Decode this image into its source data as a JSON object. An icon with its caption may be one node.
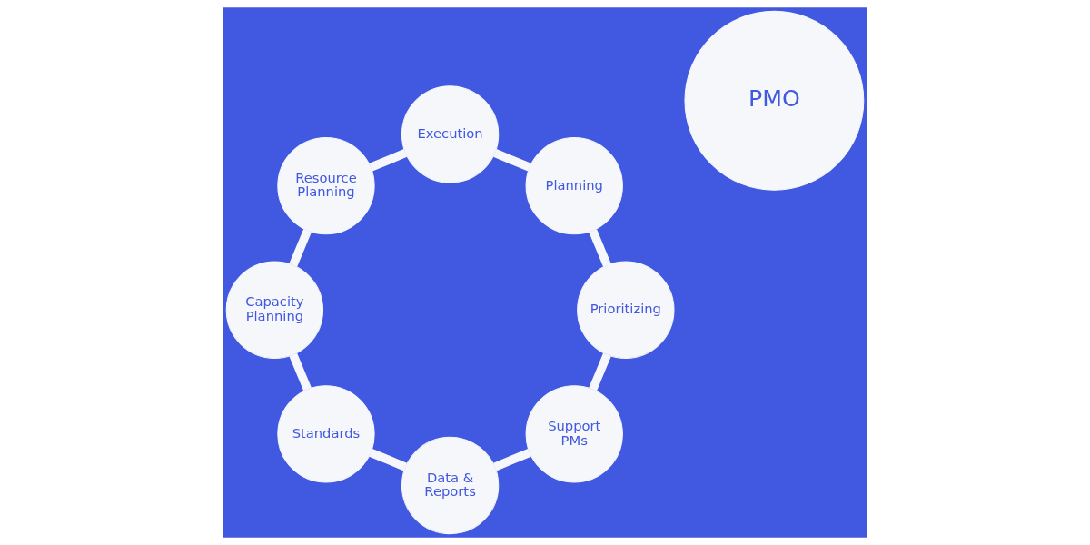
{
  "diagram": {
    "nodes": [
      {
        "text": [
          "Support PMs"
        ]
      },
      {
        "text": [
          "Data & Reports"
        ]
      },
      {
        "text": [
          "Standards"
        ]
      },
      {
        "text": [
          "Capacity Planning"
        ]
      },
      {
        "text": [
          "Resource Planning"
        ]
      },
      {
        "text": [
          "Execution"
        ]
      },
      {
        "text": [
          "Planning"
        ]
      },
      {
        "text": [
          "Prioritizing"
        ]
      },
      {
        "text": [
          "PMO"
        ]
      }
    ],
    "edges": [
      {
        "from": 0,
        "to": 1,
        "arrow": "none"
      },
      {
        "from": 1,
        "to": 2,
        "arrow": "none"
      },
      {
        "from": 2,
        "to": 3,
        "arrow": "none"
      },
      {
        "from": 3,
        "to": 4,
        "arrow": "none"
      },
      {
        "from": 4,
        "to": 5,
        "arrow": "none"
      },
      {
        "from": 5,
        "to": 6,
        "arrow": "none"
      },
      {
        "from": 6,
        "to": 7,
        "arrow": "none"
      },
      {
        "from": 7,
        "to": 0,
        "arrow": "none"
      }
    ]
  }
}
